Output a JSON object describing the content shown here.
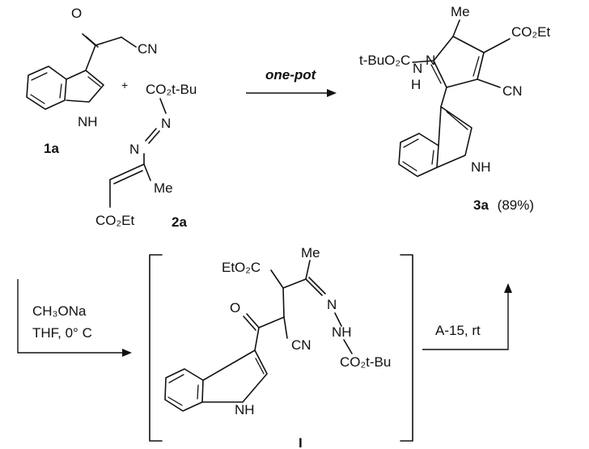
{
  "compounds": {
    "c1a": {
      "label": "1a",
      "nh": "NH",
      "o": "O",
      "cn": "CN"
    },
    "c2a": {
      "label": "2a",
      "co2tbu": "CO₂t-Bu",
      "n1": "N",
      "n2": "N",
      "me": "Me",
      "co2et": "CO₂Et"
    },
    "c3a": {
      "label": "3a",
      "yield": "(89%)",
      "me": "Me",
      "co2et": "CO₂Et",
      "cn": "CN",
      "n_ring": "N",
      "nh_ring": "NH",
      "boc": "t-BuO₂C",
      "nh_link": "N",
      "h_link": "H"
    },
    "intI": {
      "label": "I",
      "eto2c": "EtO₂C",
      "me": "Me",
      "n": "N",
      "nh": "NH",
      "co2tbu": "CO₂t-Bu",
      "o": "O",
      "cn": "CN",
      "nh_ring": "NH"
    }
  },
  "plus": "+",
  "reactions": {
    "onepot": "one-pot",
    "step1_line1": "CH₃ONa",
    "step1_line2": "THF, 0° C",
    "step2": "A-15, rt"
  }
}
